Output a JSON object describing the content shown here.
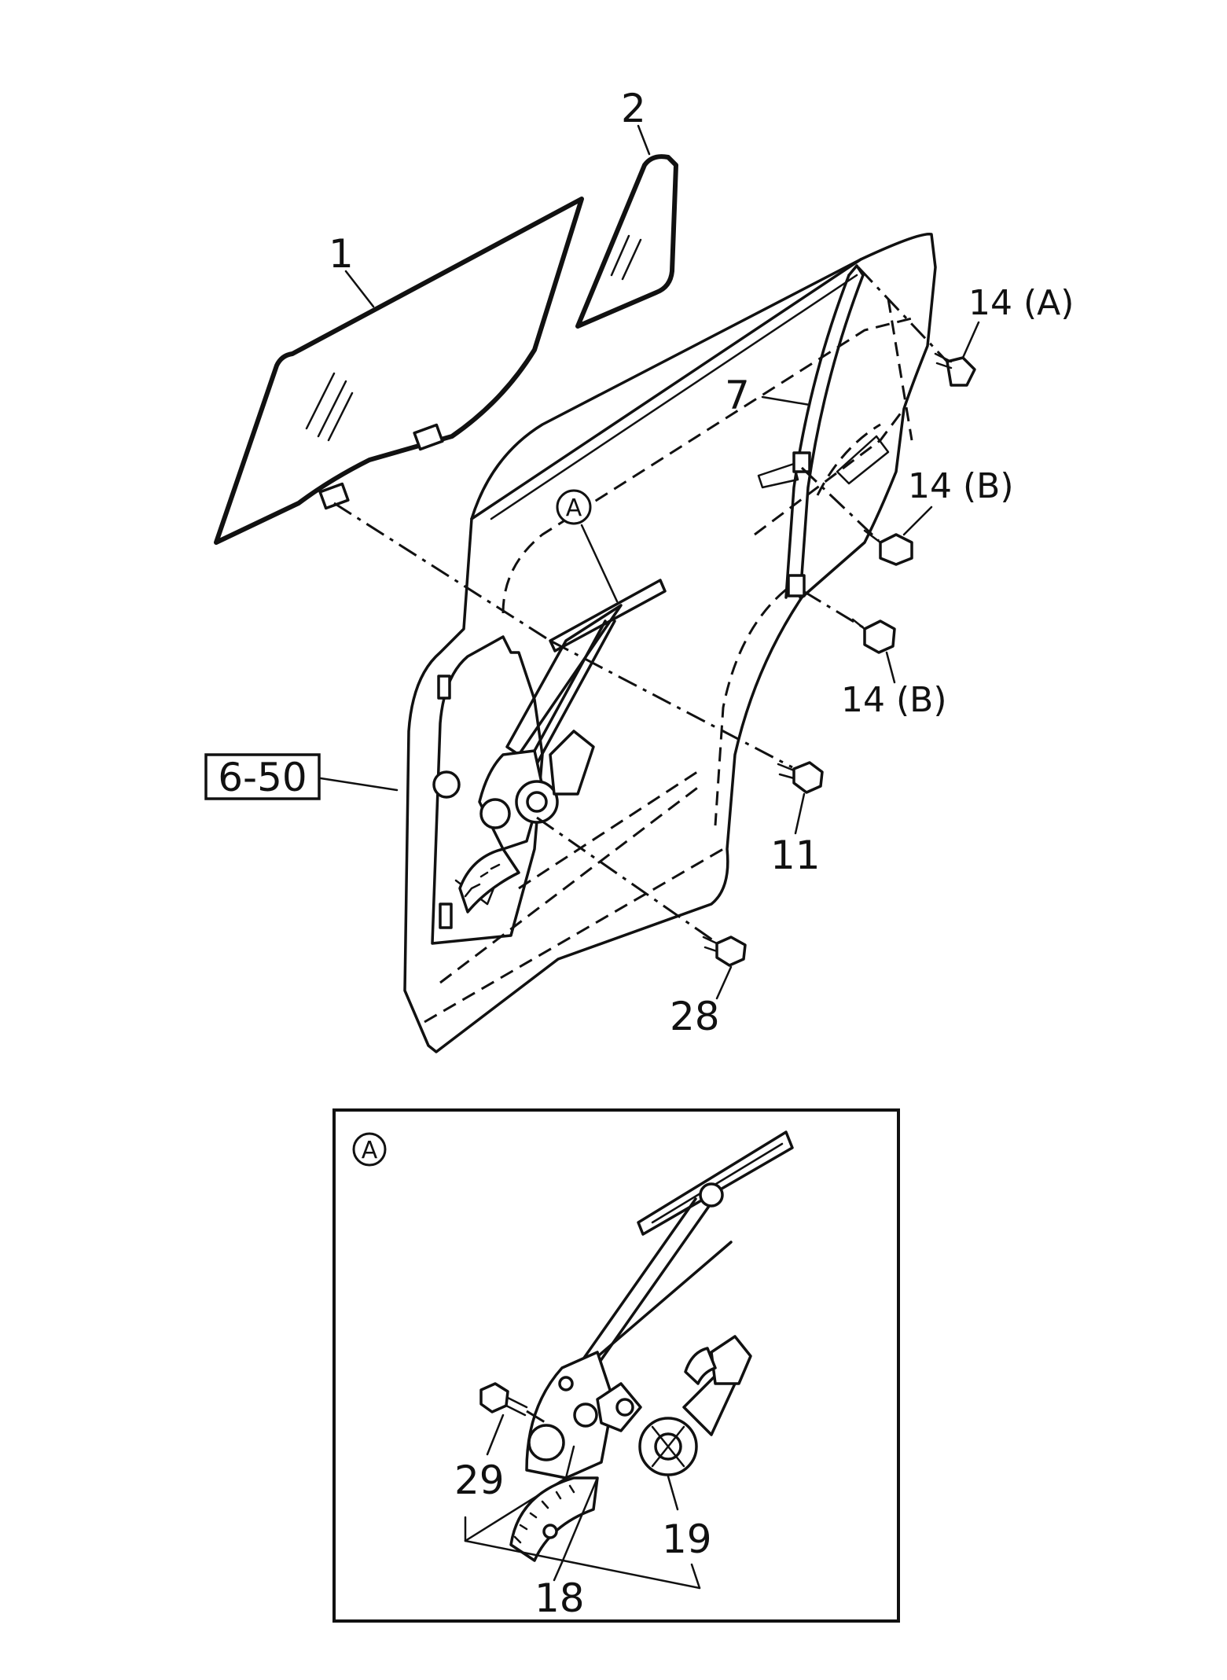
{
  "callouts": {
    "p1": "1",
    "p2": "2",
    "p7": "7",
    "p14a": "14 (A)",
    "p14b_upper": "14 (B)",
    "p14b_lower": "14 (B)",
    "p11": "11",
    "p28": "28",
    "ref_box": "6-50",
    "view_a": "A"
  },
  "detail": {
    "view_label": "A",
    "p29": "29",
    "p19": "19",
    "p18": "18"
  }
}
